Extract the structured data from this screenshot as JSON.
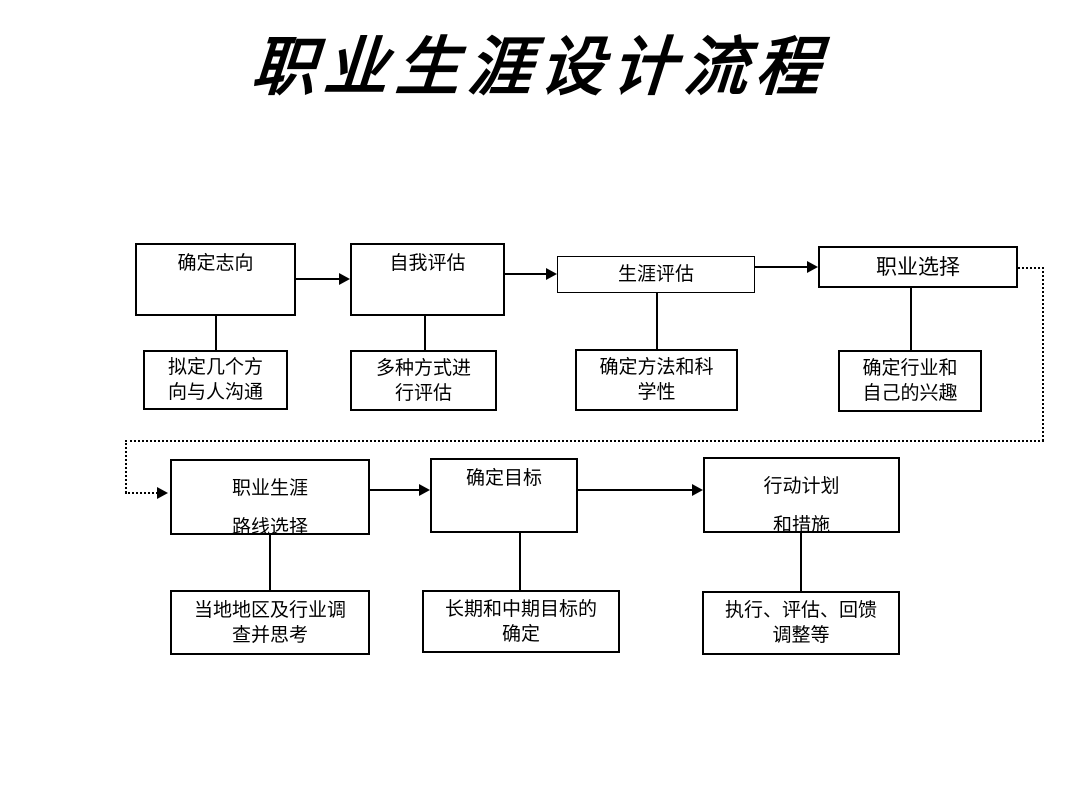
{
  "title": "职业生涯设计流程",
  "flow": {
    "row1": {
      "stages": [
        {
          "id": "stage-confirm-aspiration",
          "label": "确定志向"
        },
        {
          "id": "stage-self-assessment",
          "label": "自我评估"
        },
        {
          "id": "stage-career-assessment",
          "label": "生涯评估"
        },
        {
          "id": "stage-career-choice",
          "label": "职业选择"
        }
      ],
      "details": [
        {
          "id": "detail-draft-directions",
          "label": "拟定几个方\n向与人沟通"
        },
        {
          "id": "detail-multiple-methods",
          "label": "多种方式进\n行评估"
        },
        {
          "id": "detail-method-science",
          "label": "确定方法和科\n学性"
        },
        {
          "id": "detail-industry-interest",
          "label": "确定行业和\n自己的兴趣"
        }
      ]
    },
    "row2": {
      "stages": [
        {
          "id": "stage-career-route",
          "label": "职业生涯\n路线选择"
        },
        {
          "id": "stage-set-goals",
          "label": "确定目标"
        },
        {
          "id": "stage-action-plan",
          "label": "行动计划\n和措施"
        }
      ],
      "details": [
        {
          "id": "detail-local-survey",
          "label": "当地地区及行业调\n查并思考"
        },
        {
          "id": "detail-goal-confirm",
          "label": "长期和中期目标的\n确定"
        },
        {
          "id": "detail-execute-review",
          "label": "执行、评估、回馈\n调整等"
        }
      ]
    }
  },
  "colors": {
    "ink": "#000000",
    "paper": "#ffffff"
  }
}
